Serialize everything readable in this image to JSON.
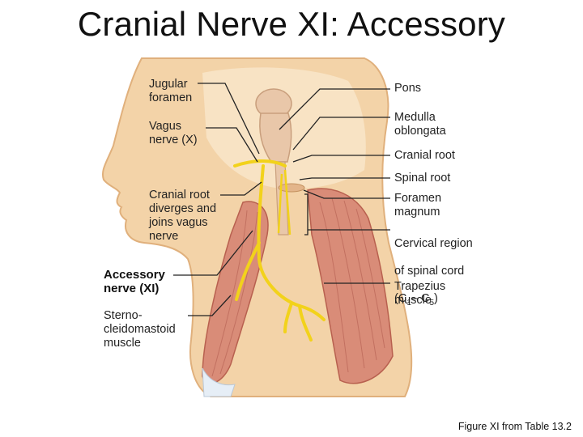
{
  "title": "Cranial Nerve XI: Accessory",
  "labels_left": {
    "jugular_foramen": "Jugular\nforamen",
    "vagus_nerve": "Vagus\nnerve (X)",
    "cranial_root_diverges": "Cranial root\ndiverges and\njoins vagus\nnerve",
    "accessory_nerve": "Accessory\nnerve (XI)",
    "sternocleidomastoid": "Sterno-\ncleidomastoid\nmuscle"
  },
  "labels_right": {
    "pons": "Pons",
    "medulla": "Medulla\noblongata",
    "cranial_root": "Cranial root",
    "spinal_root": "Spinal root",
    "foramen_magnum": "Foramen\nmagnum",
    "cervical_region_line1": "Cervical region",
    "cervical_region_line2": "of spinal cord",
    "cervical_c": "(C",
    "cervical_sub1": "1",
    "cervical_dash": "– C",
    "cervical_sub5": "5",
    "cervical_close": ")",
    "trapezius": "Trapezius\nmuscle"
  },
  "caption": "Figure XI from Table 13.2",
  "colors": {
    "skin": "#f3d3a8",
    "skin_outline": "#e0b07c",
    "muscle": "#d98c78",
    "muscle_dark": "#b8604f",
    "nerve": "#f2d21b",
    "brainstem": "#e9c7a9",
    "leader": "#222222"
  }
}
